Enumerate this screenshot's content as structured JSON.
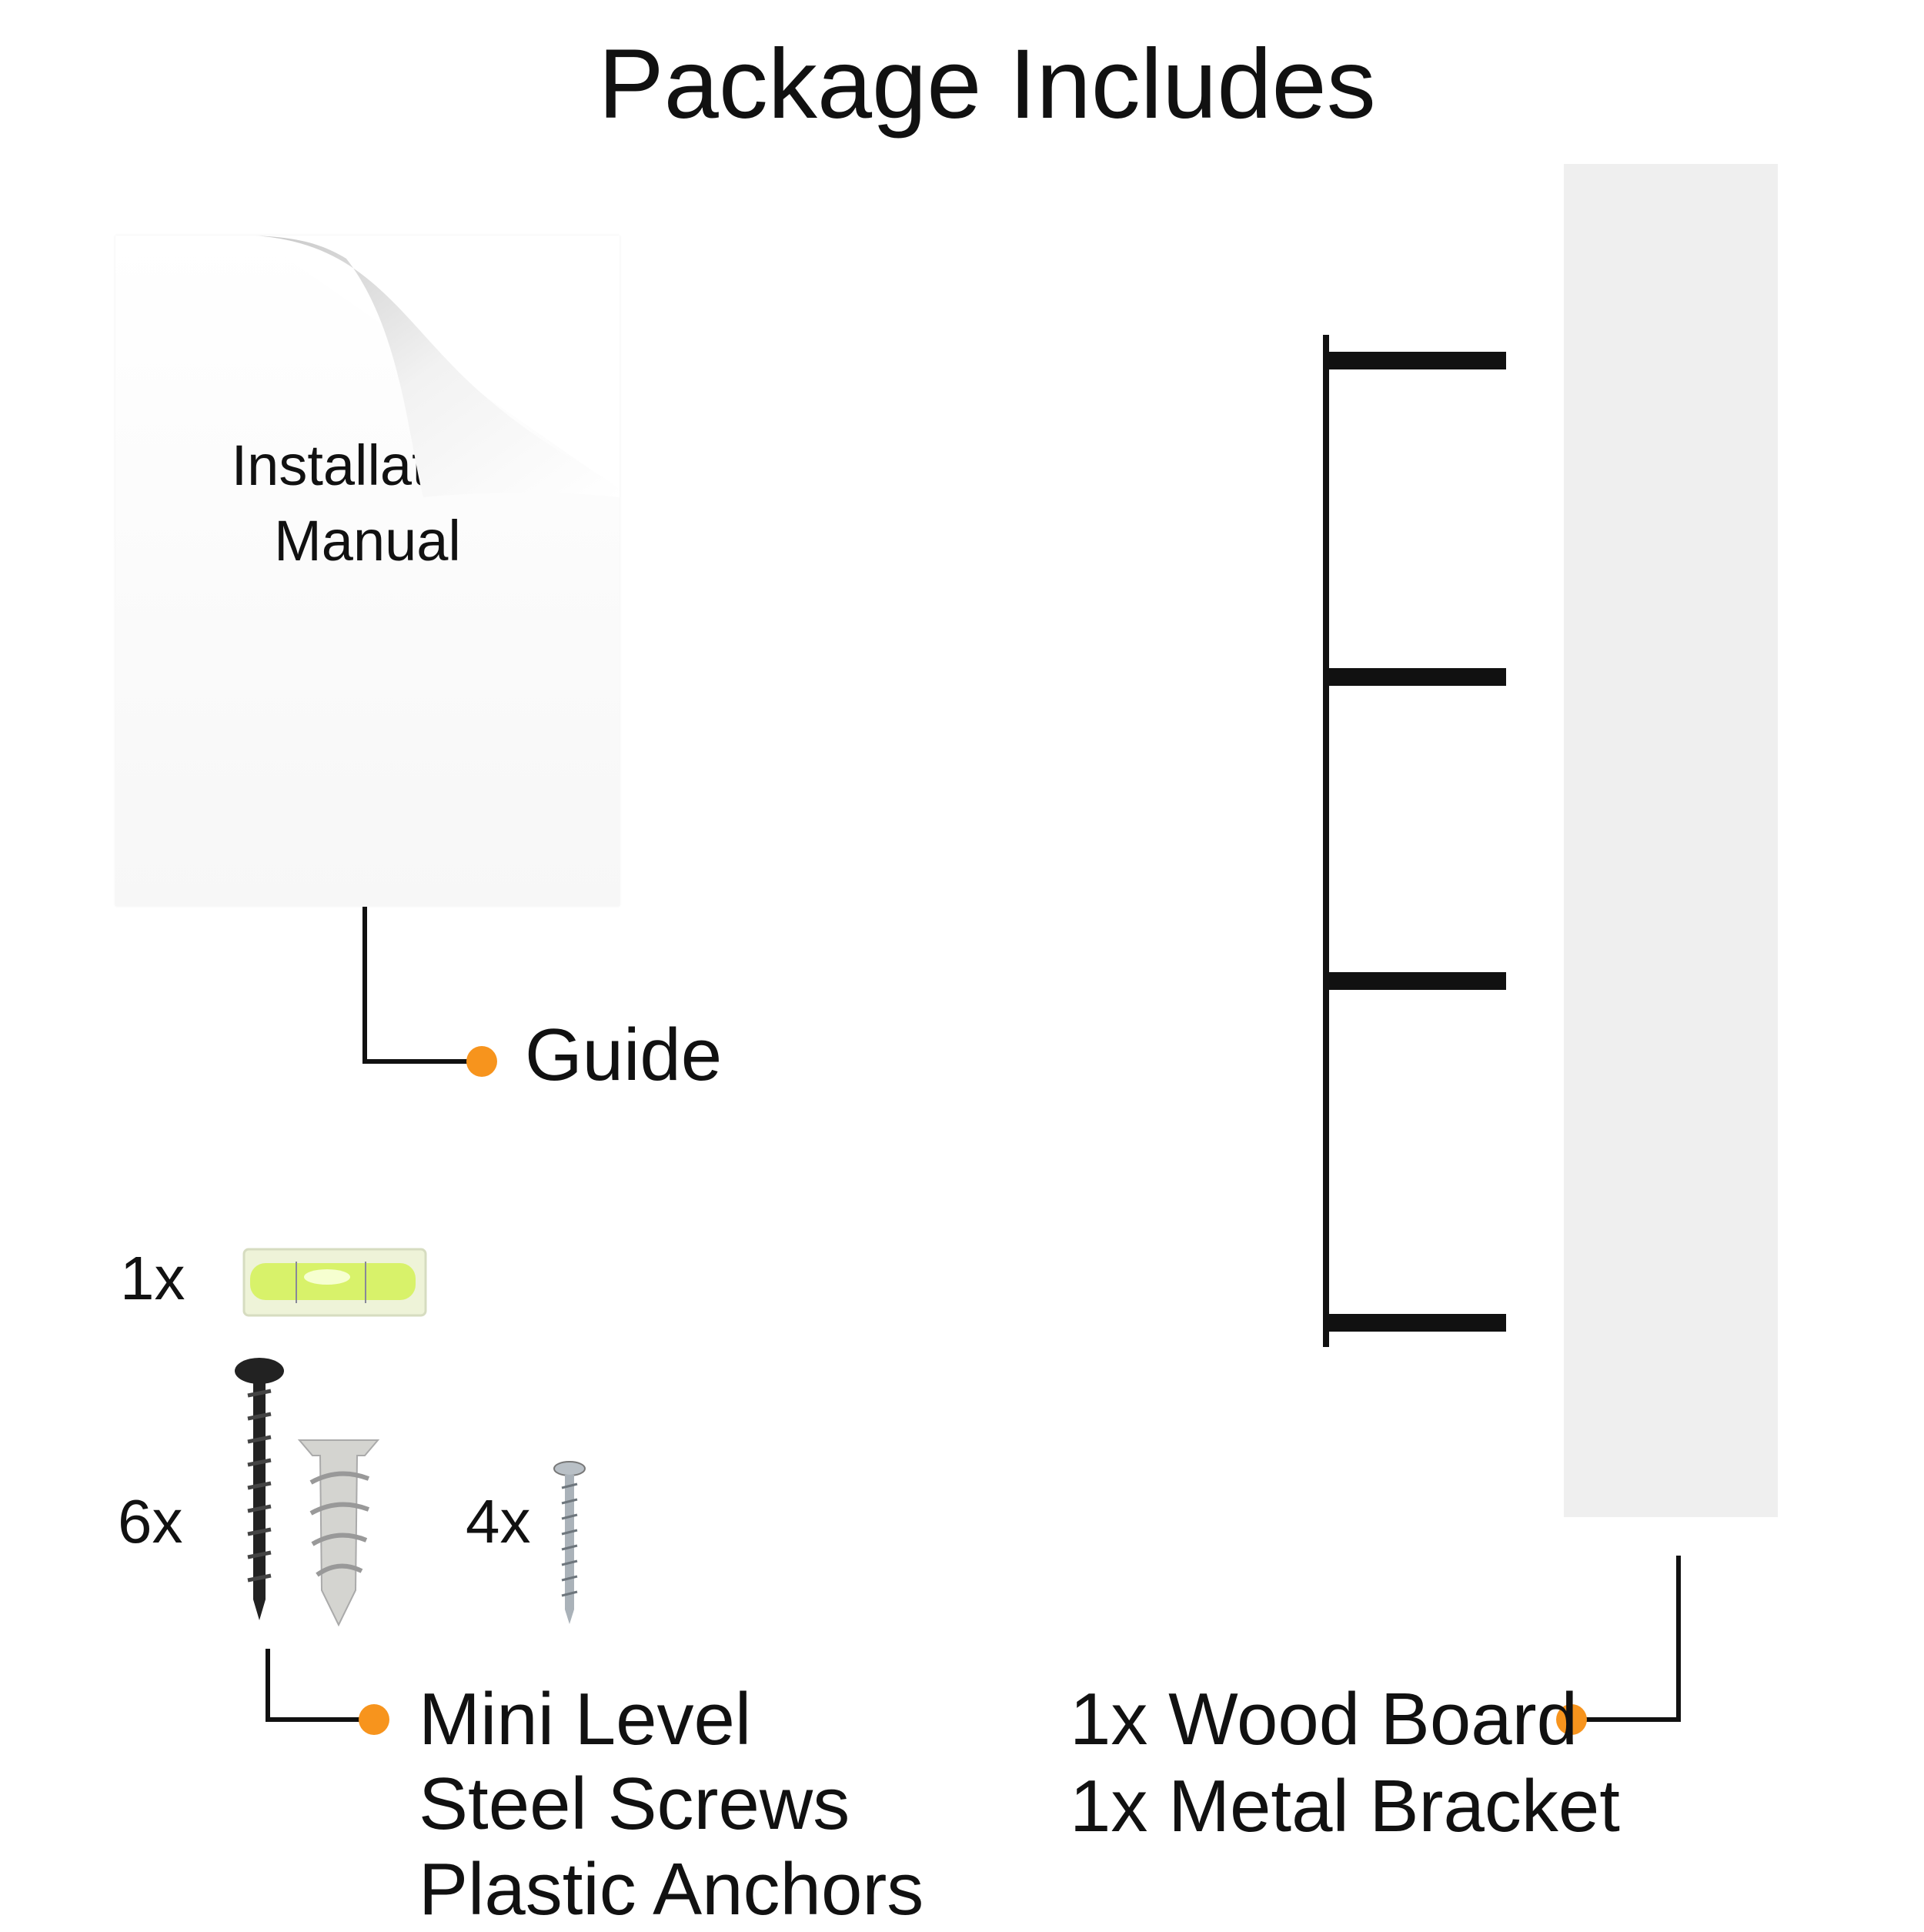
{
  "title": "Package Includes",
  "manual": {
    "line1": "Installation",
    "line2": "Manual"
  },
  "guide_label": "Guide",
  "hardware": {
    "level_qty": "1x",
    "screws_qty": "6x",
    "small_screw_qty": "4x",
    "labels": [
      "Mini Level",
      "Steel Screws",
      "Plastic Anchors"
    ]
  },
  "wall_kit": {
    "labels": [
      "1x Wood Board",
      "1x Metal Bracket"
    ]
  },
  "colors": {
    "accent": "#f7941d",
    "board": "#efefef",
    "level": "#d8f26a"
  }
}
